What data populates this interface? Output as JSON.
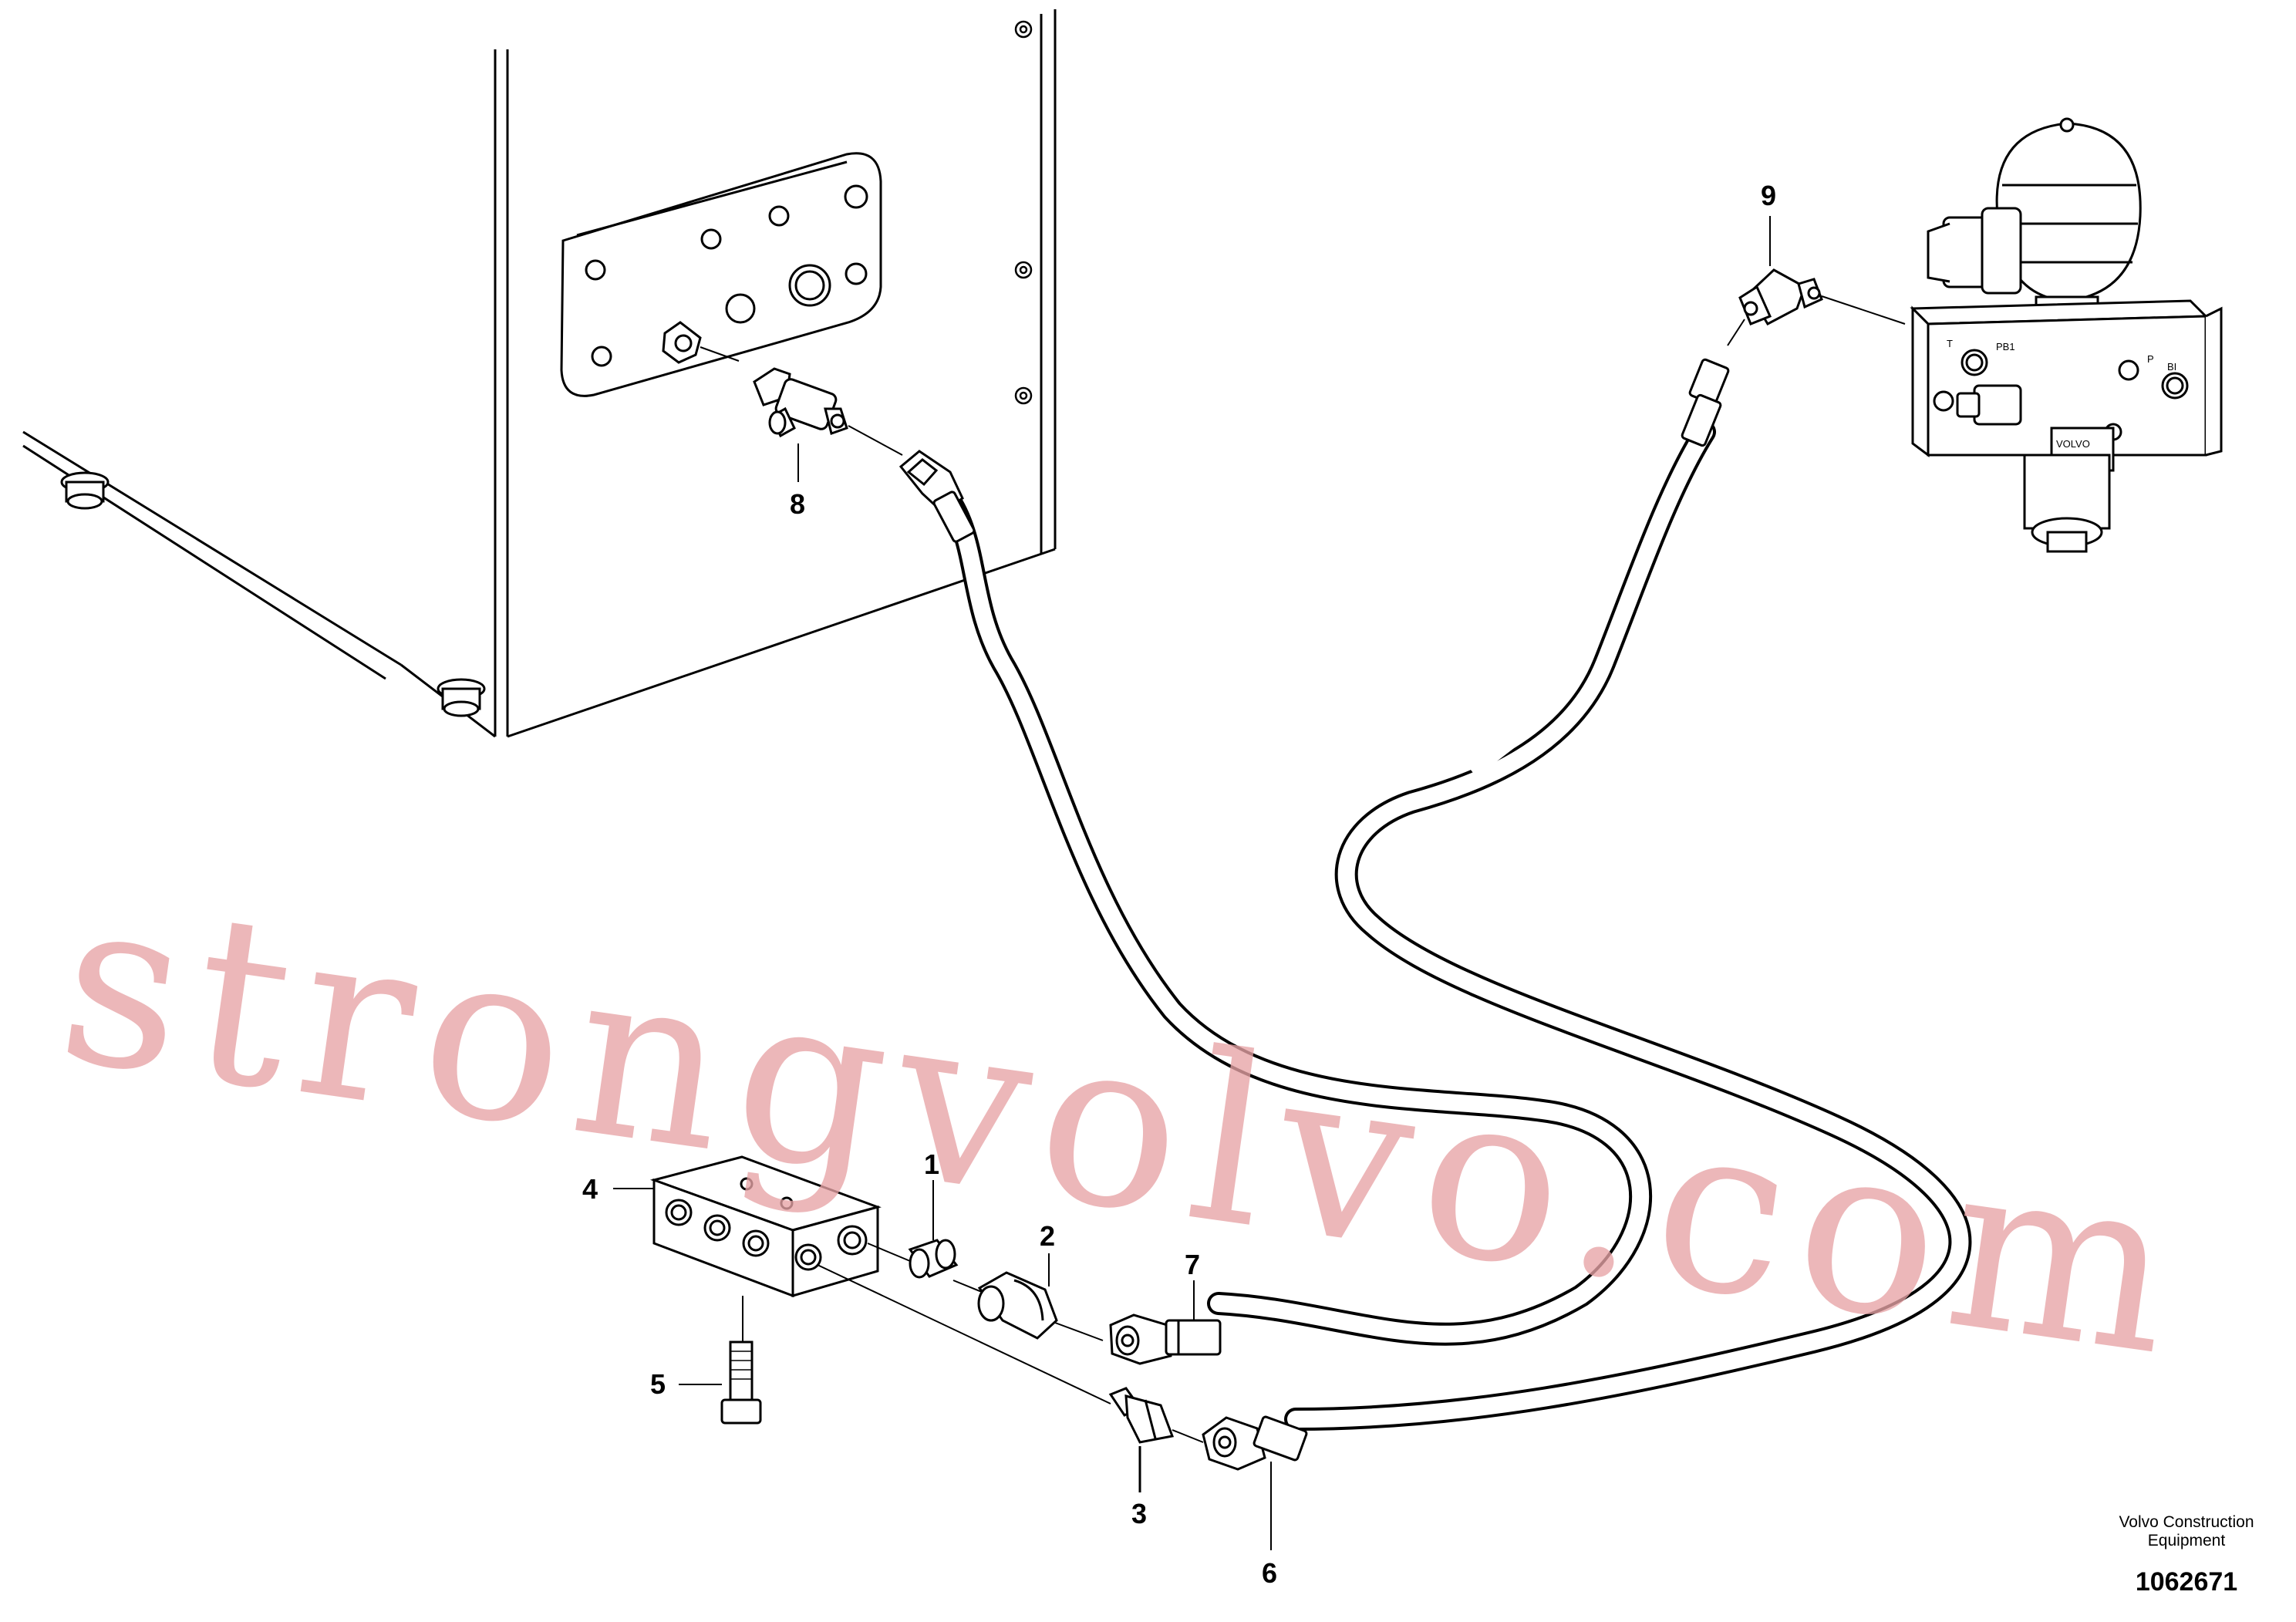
{
  "callouts": {
    "p1": "1",
    "p2": "2",
    "p3": "3",
    "p4": "4",
    "p5": "5",
    "p6": "6",
    "p7": "7",
    "p8": "8",
    "p9": "9"
  },
  "valve_labels": {
    "port_t": "T",
    "port_pb1": "PB1",
    "port_p": "P",
    "port_bi": "BI",
    "brand": "VOLVO"
  },
  "credit": {
    "line1": "Volvo Construction",
    "line2": "Equipment"
  },
  "document_number": "1062671",
  "watermark": "strongvolvo.com"
}
